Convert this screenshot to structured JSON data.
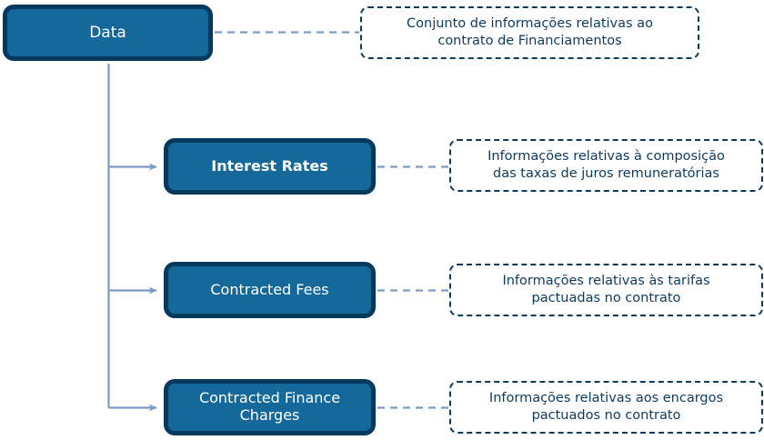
{
  "diagram": {
    "type": "tree-mindmap",
    "colors": {
      "node_fill": "#14699a",
      "node_border": "#05395e",
      "node_text": "#ffffff",
      "note_border": "#0d3b5e",
      "note_text": "#0d3b5e",
      "note_fill": "#ffffff",
      "connector": "#7a9ac8",
      "background": "#ffffff"
    },
    "root": {
      "label": "Data",
      "note": "Conjunto de informações relativas ao\ncontrato de Financiamentos"
    },
    "children": [
      {
        "label": "Interest Rates",
        "note": "Informações relativas à composição\ndas taxas de juros remuneratórias"
      },
      {
        "label": "Contracted Fees",
        "note": "Informações relativas às tarifas\npactuadas no contrato"
      },
      {
        "label": "Contracted Finance\nCharges",
        "note": "Informações relativas aos encargos\npactuados no contrato"
      }
    ]
  }
}
